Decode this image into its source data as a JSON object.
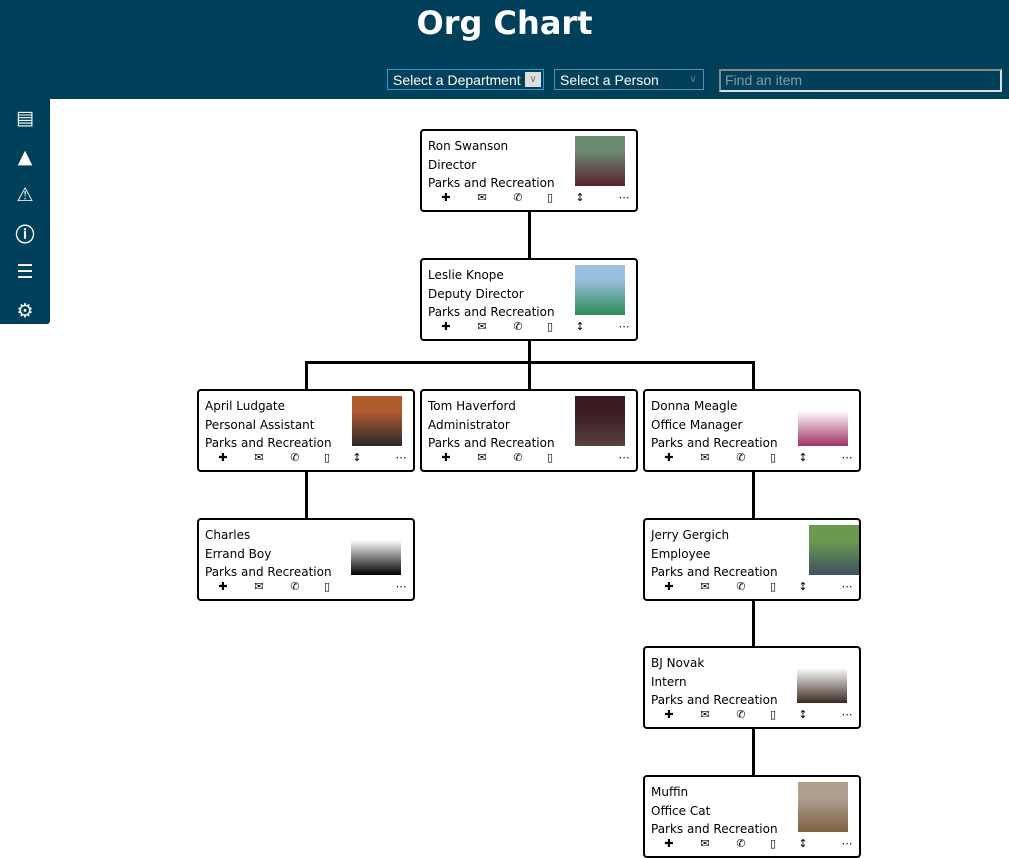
{
  "header": {
    "title": "Org Chart",
    "department_select": "Select a Department",
    "person_select": "Select a Person",
    "search_placeholder": "Find an item"
  },
  "sidebar": [
    "contact-card-icon",
    "image-icon",
    "warning-icon",
    "help-icon",
    "list-icon",
    "gear-icon"
  ],
  "people": [
    {
      "name": "Ron Swanson",
      "title": "Director",
      "dept": "Parks and Recreation",
      "photo": [
        "#6a8a70",
        "#5a2030"
      ],
      "resize": true
    },
    {
      "name": "Leslie Knope",
      "title": "Deputy Director",
      "dept": "Parks and Recreation",
      "photo": [
        "#9ac0e0",
        "#2a8a50"
      ],
      "resize": true
    },
    {
      "name": "April Ludgate",
      "title": "Personal Assistant",
      "dept": "Parks and Recreation",
      "photo": [
        "#b05a30",
        "#2a2a2a"
      ],
      "resize": true
    },
    {
      "name": "Tom Haverford",
      "title": "Administrator",
      "dept": "Parks and Recreation",
      "photo": [
        "#3a1a20",
        "#5a4040"
      ],
      "resize": false
    },
    {
      "name": "Donna Meagle",
      "title": "Office Manager",
      "dept": "Parks and Recreation",
      "photo": [
        "#ffffff",
        "#a03060"
      ],
      "resize": true
    },
    {
      "name": "Charles",
      "title": "Errand Boy",
      "dept": "Parks and Recreation",
      "photo": [
        "#ffffff",
        "#000000"
      ],
      "resize": false
    },
    {
      "name": "Jerry Gergich",
      "title": "Employee",
      "dept": "Parks and Recreation",
      "photo": [
        "#6a9a50",
        "#405060"
      ],
      "resize": true
    },
    {
      "name": "BJ Novak",
      "title": "Intern",
      "dept": "Parks and Recreation",
      "photo": [
        "#ffffff",
        "#3a2a20"
      ],
      "resize": true
    },
    {
      "name": "Muffin",
      "title": "Office Cat",
      "dept": "Parks and Recreation",
      "photo": [
        "#b0a090",
        "#806040"
      ],
      "resize": true
    }
  ]
}
